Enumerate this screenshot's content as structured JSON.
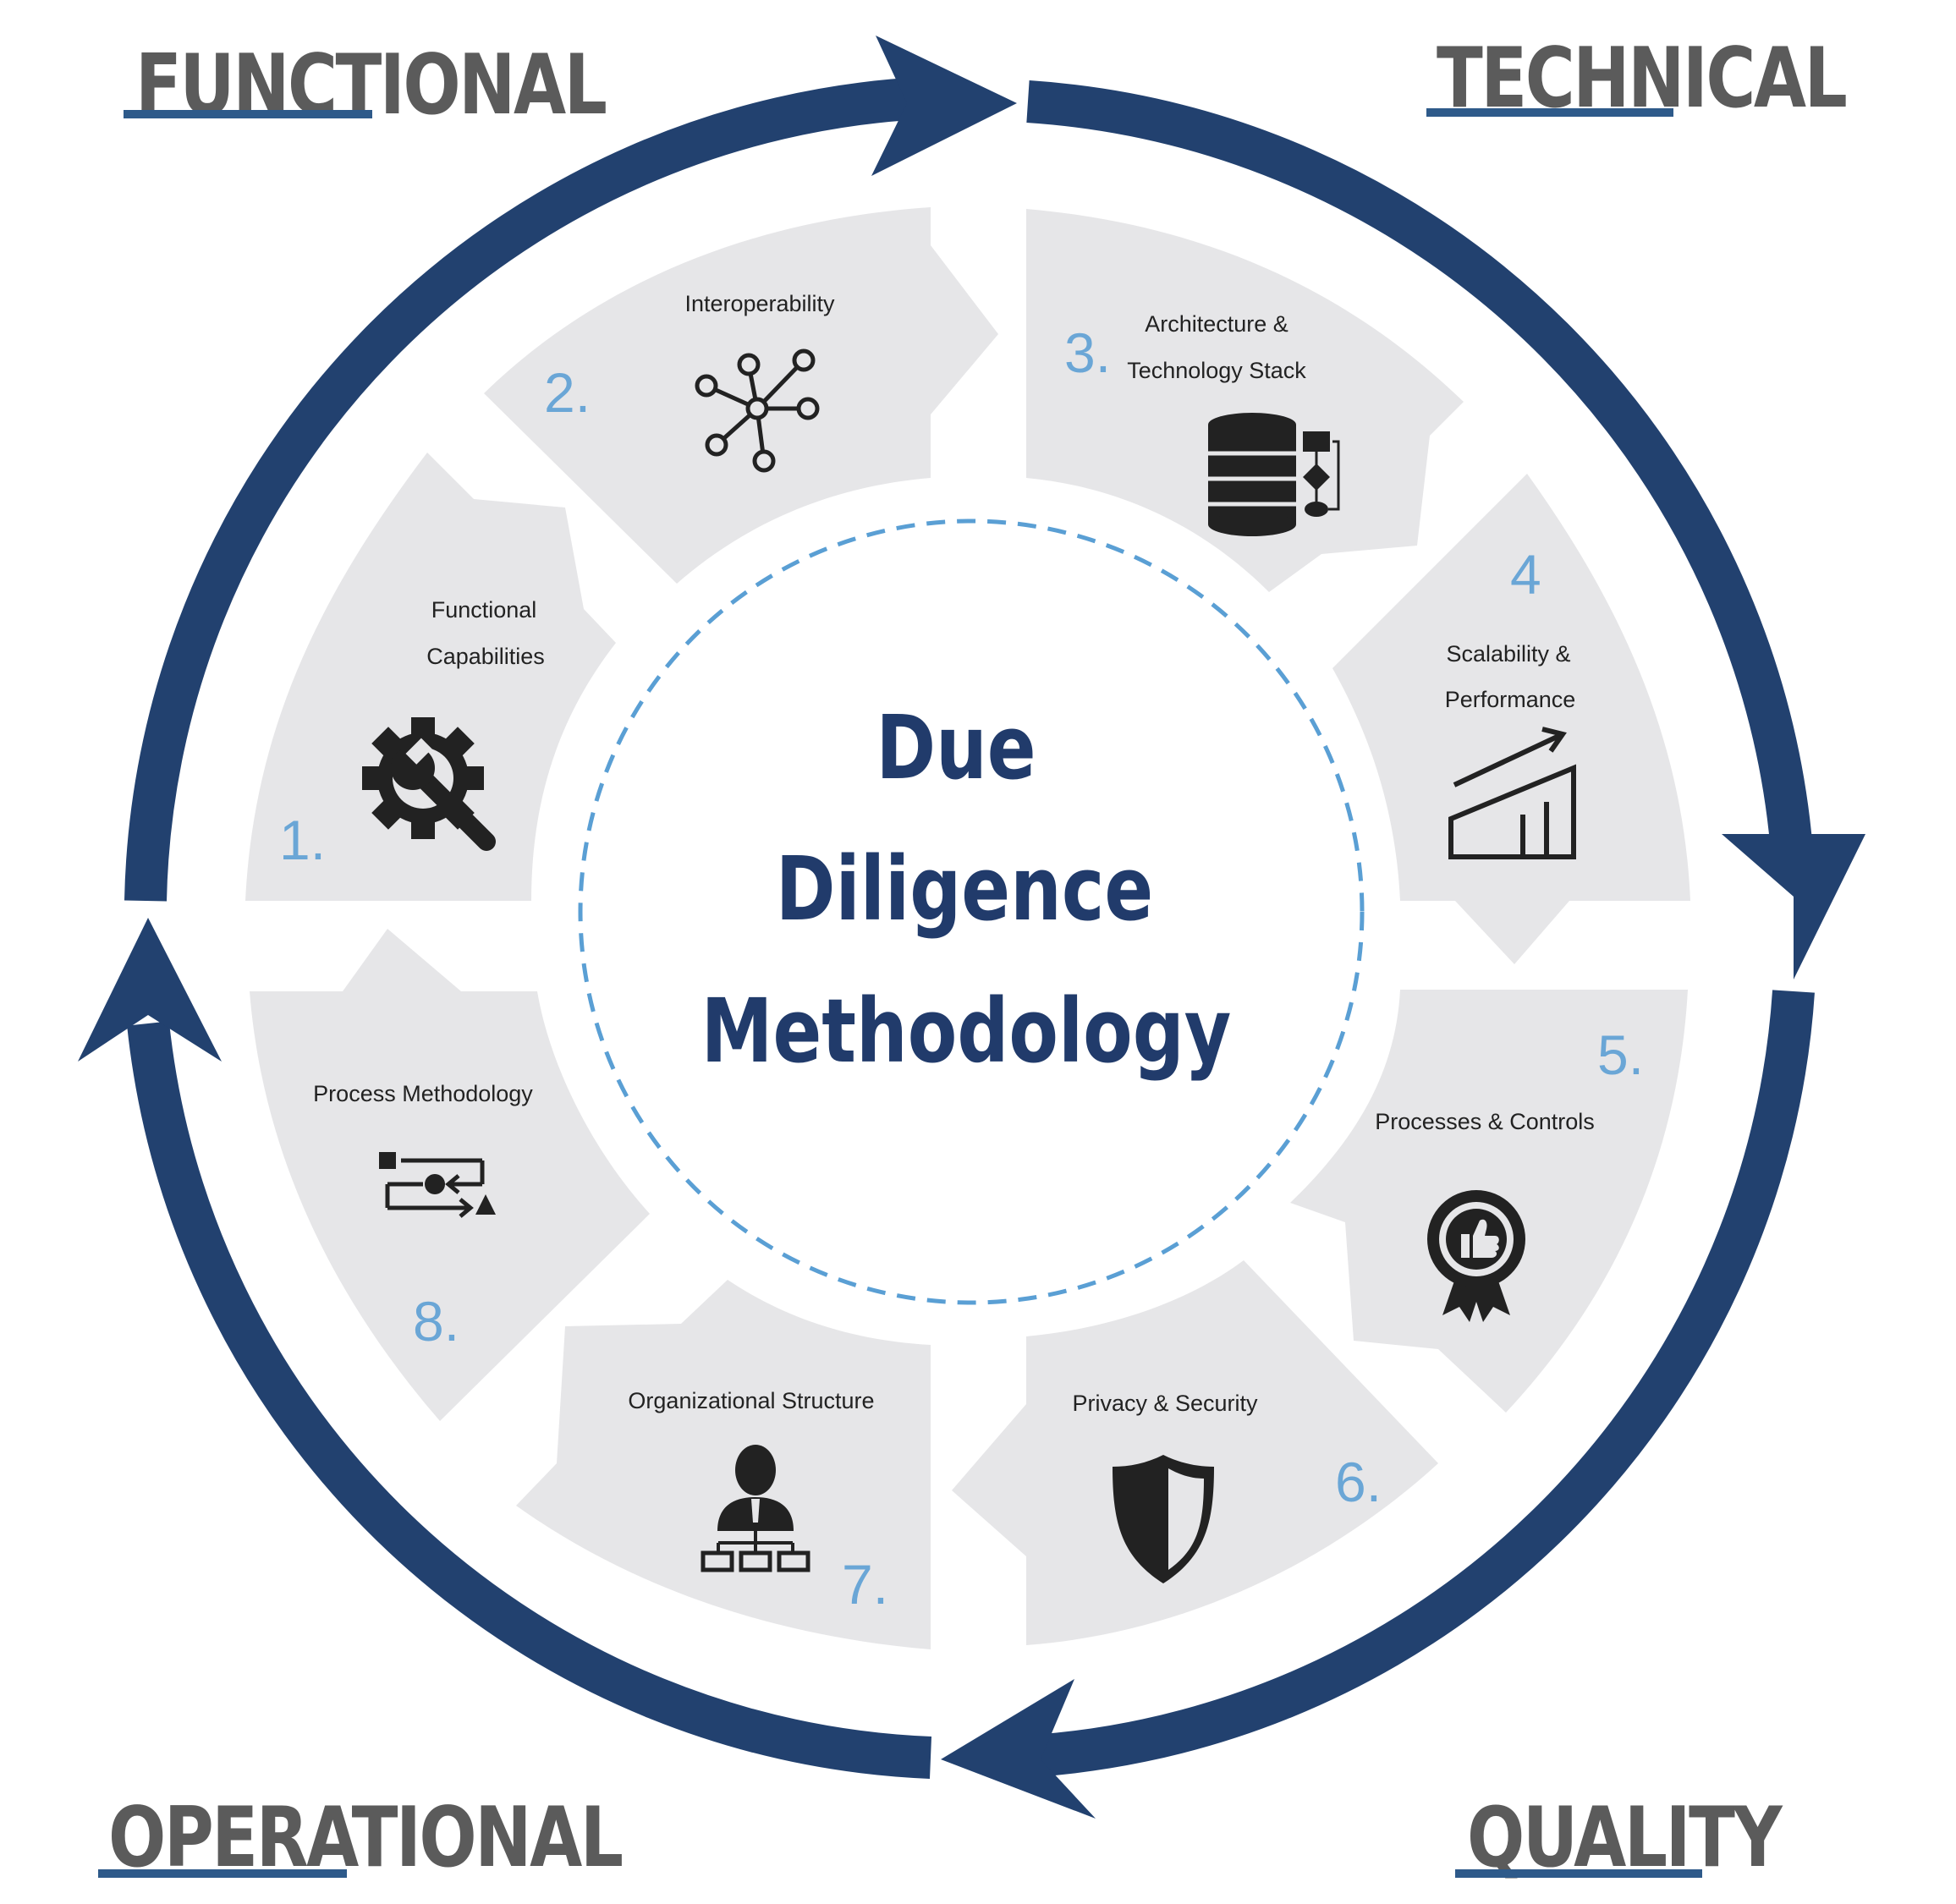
{
  "center": {
    "line1": "Due",
    "line2": "Diligence",
    "line3": "Methodology"
  },
  "corners": {
    "functional": "FUNCTIONAL",
    "technical": "TECHNICAL",
    "operational": "OPERATIONAL",
    "quality": "QUALITY"
  },
  "segments": [
    {
      "number": "1.",
      "title_lines": [
        "Functional",
        "Capabilities"
      ],
      "icon": "gear-wrench-icon"
    },
    {
      "number": "2.",
      "title_lines": [
        "Interoperability"
      ],
      "icon": "network-nodes-icon"
    },
    {
      "number": "3.",
      "title_lines": [
        "Architecture &",
        "Technology Stack"
      ],
      "icon": "database-flowchart-icon"
    },
    {
      "number": "4",
      "title_lines": [
        "Scalability &",
        "Performance"
      ],
      "icon": "growth-chart-icon"
    },
    {
      "number": "5.",
      "title_lines": [
        "Processes & Controls"
      ],
      "icon": "award-badge-icon"
    },
    {
      "number": "6.",
      "title_lines": [
        "Privacy & Security"
      ],
      "icon": "shield-icon"
    },
    {
      "number": "7.",
      "title_lines": [
        "Organizational Structure"
      ],
      "icon": "org-chart-icon"
    },
    {
      "number": "8.",
      "title_lines": [
        "Process Methodology"
      ],
      "icon": "process-flow-icon"
    }
  ],
  "colors": {
    "ring": "#22416f",
    "segment_fill": "#e6e6e8",
    "number": "#6aa6d6",
    "dashed_circle": "#5a9fd4",
    "center_text": "#213b6b",
    "corner_text": "#5b5b5b",
    "underline": "#2e5a8a",
    "icon": "#222222"
  }
}
